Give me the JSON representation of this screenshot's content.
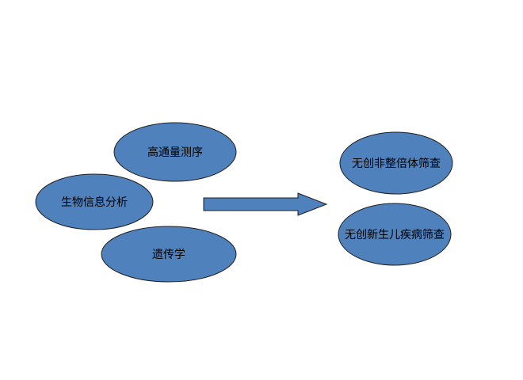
{
  "diagram": {
    "colors": {
      "fill": "#4f81bd",
      "stroke": "#1f1f1f",
      "text": "#000000",
      "background": "#ffffff"
    },
    "sources": [
      {
        "id": "high-throughput-sequencing",
        "label": "高通量测序"
      },
      {
        "id": "bioinformatics-analysis",
        "label": "生物信息分析"
      },
      {
        "id": "genetics",
        "label": "遗传学"
      }
    ],
    "arrow": {
      "direction": "right"
    },
    "targets": [
      {
        "id": "non-invasive-aneuploidy-screening",
        "label": "无创非整倍体筛查"
      },
      {
        "id": "non-invasive-newborn-disease-screening",
        "label": "无创新生儿疾病筛查"
      }
    ]
  }
}
